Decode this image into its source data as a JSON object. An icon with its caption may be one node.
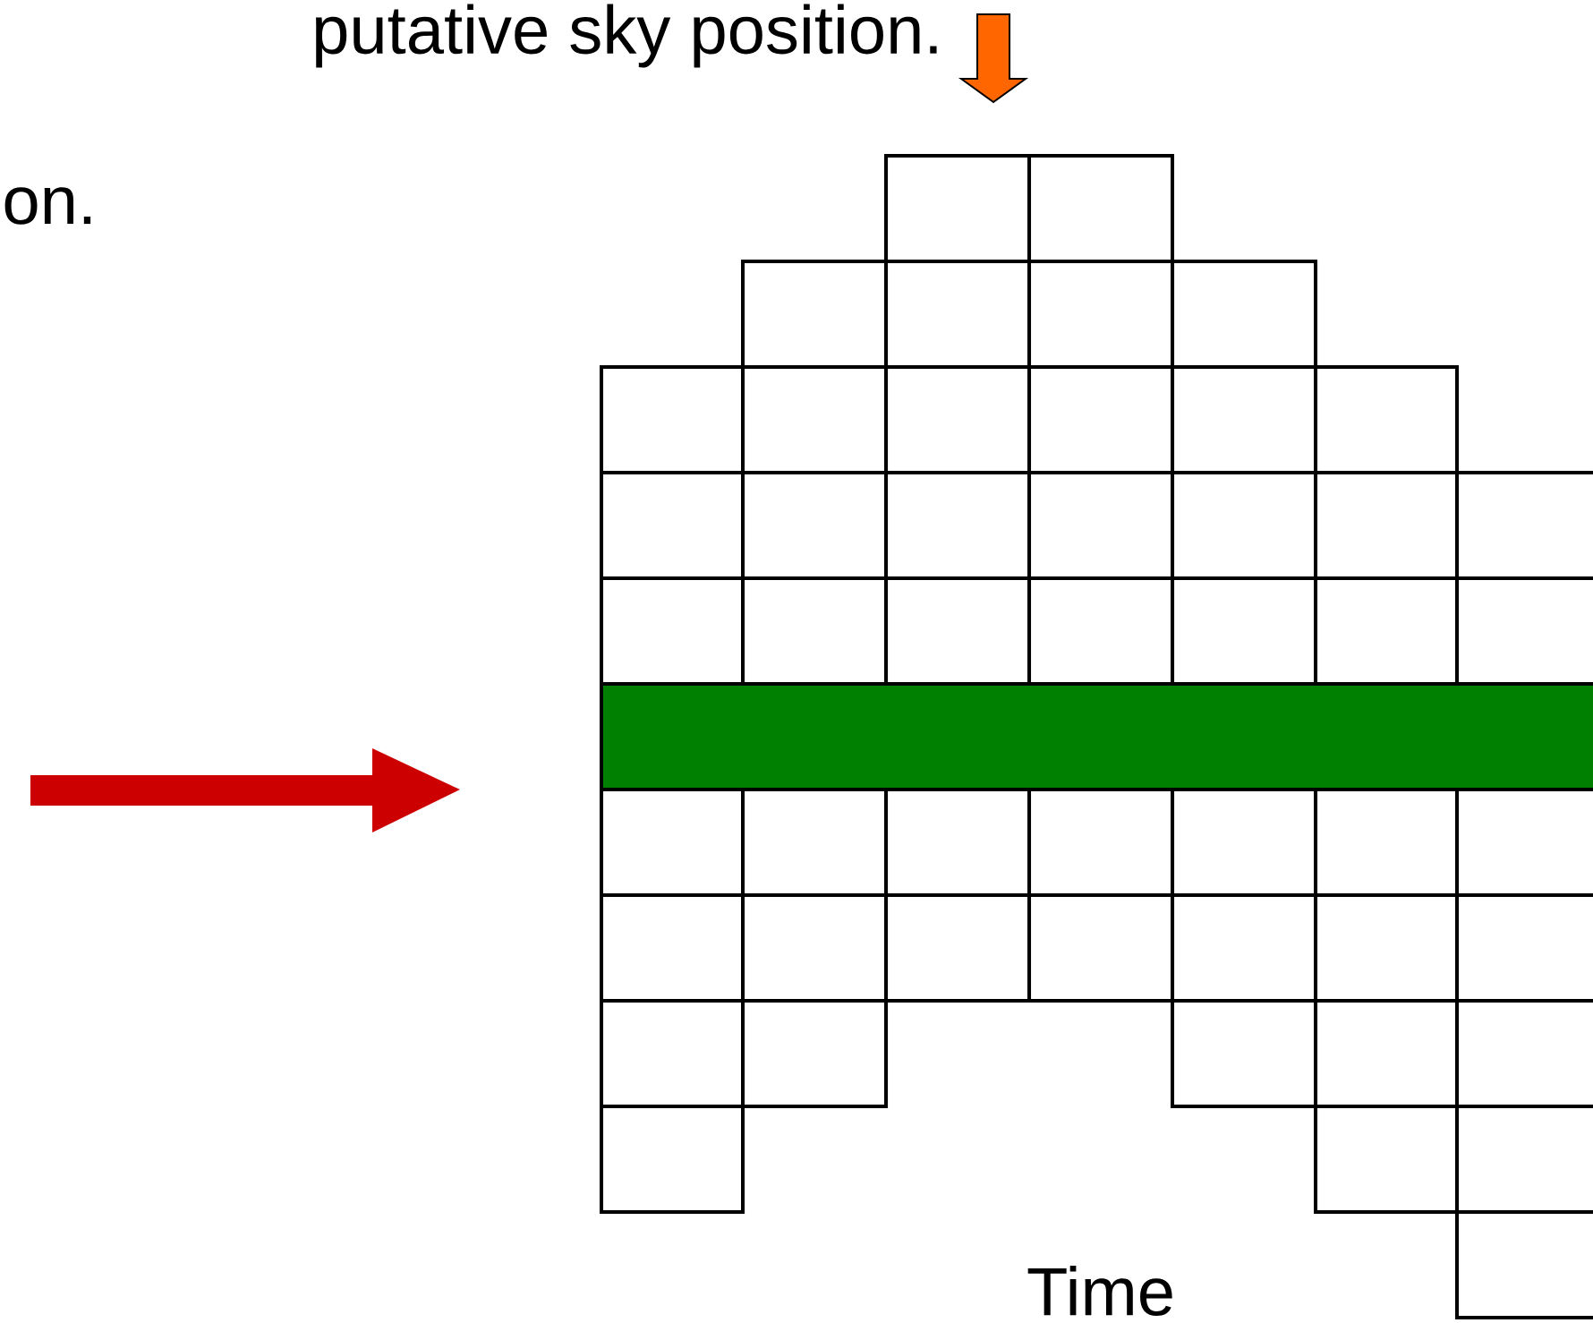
{
  "diagram": {
    "nodes": [
      {
        "text": [],
        "shape": "bar"
      }
    ],
    "labels": [
      "putative sky position.",
      "on.",
      "Time"
    ]
  }
}
